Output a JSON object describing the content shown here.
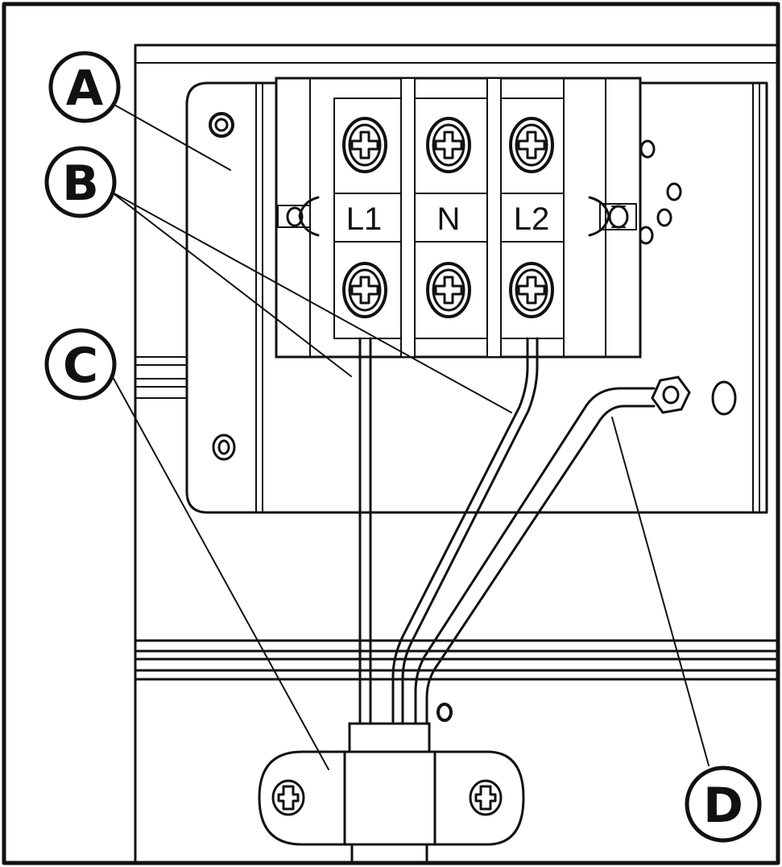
{
  "diagram": {
    "callouts": [
      {
        "id": "A",
        "letter": "A"
      },
      {
        "id": "B",
        "letter": "B"
      },
      {
        "id": "C",
        "letter": "C"
      },
      {
        "id": "D",
        "letter": "D"
      }
    ],
    "terminals": [
      {
        "id": "L1",
        "label": "L1"
      },
      {
        "id": "N",
        "label": "N"
      },
      {
        "id": "L2",
        "label": "L2"
      }
    ]
  }
}
